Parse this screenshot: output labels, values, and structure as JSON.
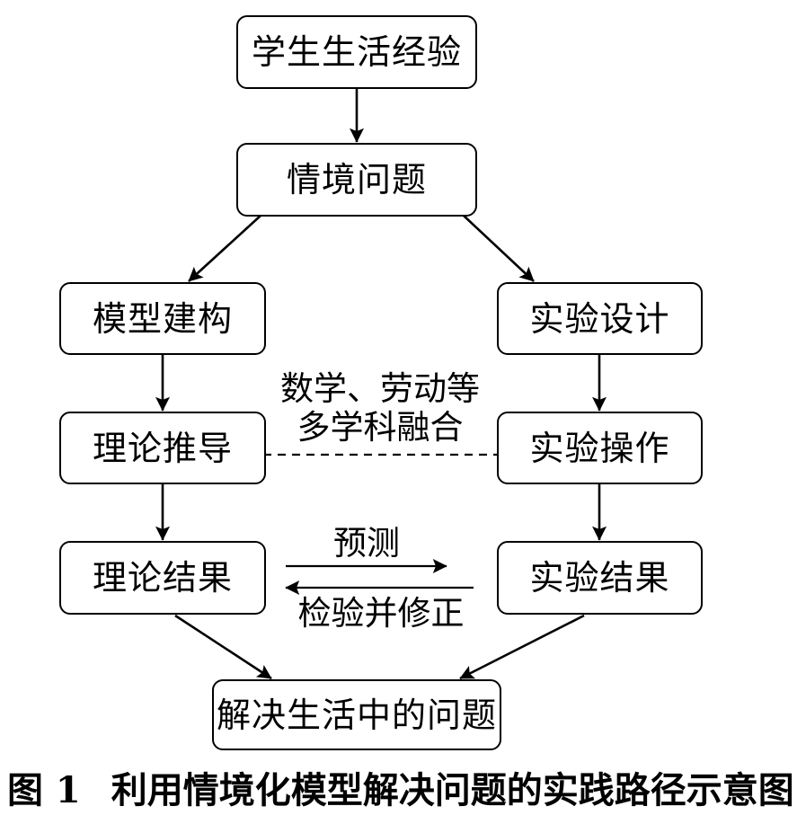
{
  "nodes": {
    "experience": "学生生活经验",
    "situation_problem": "情境问题",
    "model_construction": "模型建构",
    "experiment_design": "实验设计",
    "theory_derivation": "理论推导",
    "experiment_operation": "实验操作",
    "theory_result": "理论结果",
    "experiment_result": "实验结果",
    "solve_problem": "解决生活中的问题"
  },
  "labels": {
    "fusion_line1": "数学、劳动等",
    "fusion_line2": "多学科融合",
    "predict": "预测",
    "verify": "检验并修正"
  },
  "caption": {
    "number": "图 1",
    "title": "利用情境化模型解决问题的实践路径示意图"
  }
}
